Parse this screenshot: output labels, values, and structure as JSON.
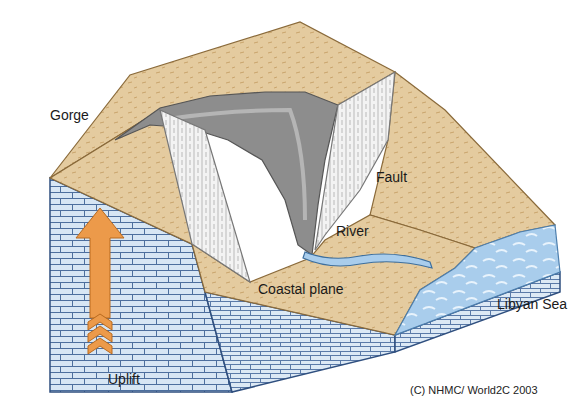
{
  "diagram": {
    "labels": [
      "Gorge",
      "Fault",
      "River",
      "Coastal plane",
      "Libyan Sea",
      "Uplift",
      "(C) NHMC/ World2C 2003"
    ]
  }
}
